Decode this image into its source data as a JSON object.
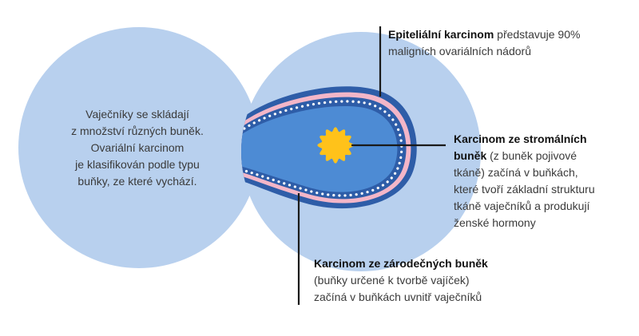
{
  "intro": {
    "lines": [
      "Vaječníky se skládají",
      "z množství různých buněk.",
      "Ovariální karcinom",
      "je klasifikován podle typu",
      "buňky, ze které vychází."
    ]
  },
  "callouts": {
    "epithelial": {
      "title": "Epiteliální karcinom",
      "line1_rest": " představuje 90%",
      "line2": "maligních ovariálních nádorů"
    },
    "stromal": {
      "title_line1": "Karcinom ze stromálních",
      "title_line2": "buněk",
      "line2_rest": " (z buněk pojivové",
      "line3": "tkáně) začíná v buňkách,",
      "line4": "které tvoří základní strukturu",
      "line5": "tkáně vaječníků a produkují",
      "line6": "ženské hormony"
    },
    "germ": {
      "title": "Karcinom ze zárodečných buněk",
      "line2": "(buňky určené k tvorbě vajíček)",
      "line3": "začíná v buňkách uvnitř vaječníků"
    }
  },
  "colors": {
    "circle_fill": "#b8d0ee",
    "ovary_dark": "#2e5da8",
    "ovary_pink": "#f3b6c8",
    "ovary_inner": "#4d8bd4",
    "egg_yellow": "#ffc21a",
    "leader_line": "#1a1a1a",
    "dots": "#ffffff"
  }
}
